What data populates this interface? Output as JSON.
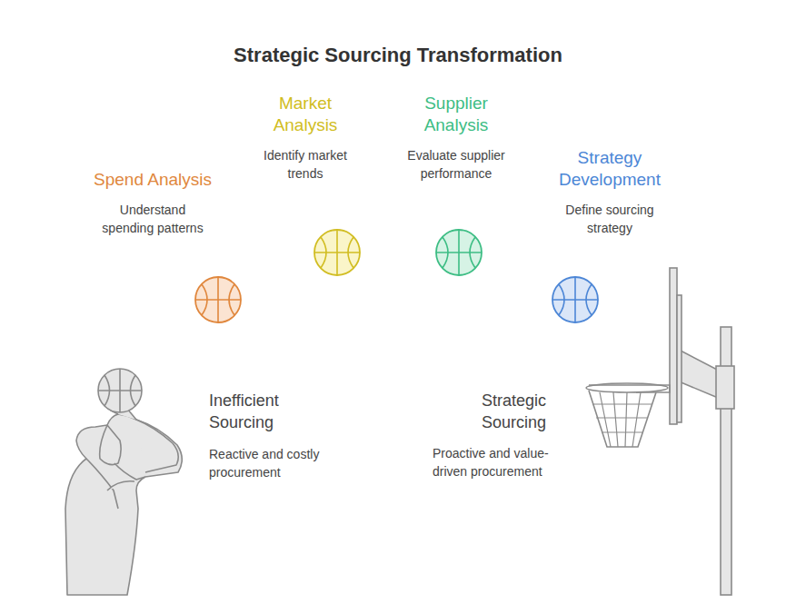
{
  "diagram": {
    "title": "Strategic Sourcing Transformation",
    "nodes": [
      {
        "text": [
          "Spend Analysis",
          "Understand spending patterns"
        ]
      },
      {
        "text": [
          "Market Analysis",
          "Identify market trends"
        ]
      },
      {
        "text": [
          "Supplier Analysis",
          "Evaluate supplier performance"
        ]
      },
      {
        "text": [
          "Strategy Development",
          "Define sourcing strategy"
        ]
      }
    ],
    "labels": [
      "Inefficient Sourcing",
      "Reactive and costly procurement",
      "Strategic Sourcing",
      "Proactive and value-driven procurement"
    ]
  }
}
